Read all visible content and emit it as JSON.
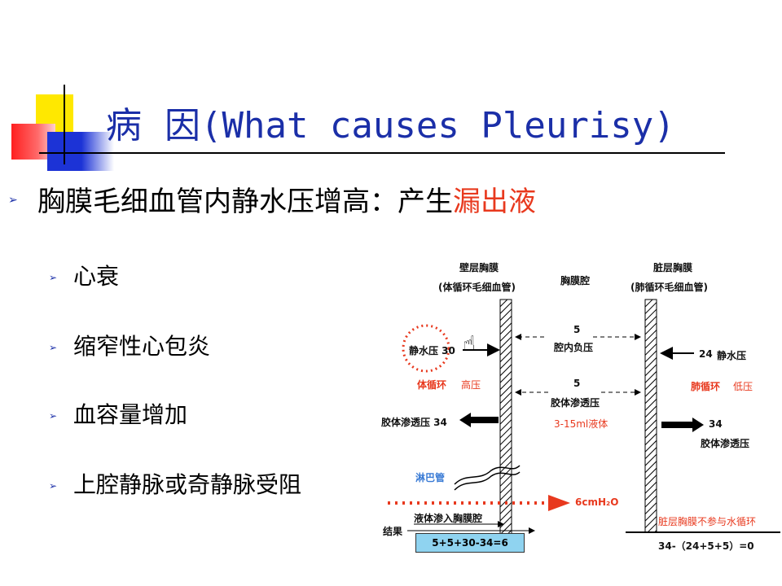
{
  "slide": {
    "title_cn": "病  因",
    "title_en": "(What causes Pleurisy)",
    "main_point_prefix": "胸膜毛细血管内静水压增高：产生",
    "main_point_highlight": "漏出液",
    "sub_points": [
      "心衰",
      "缩窄性心包炎",
      "血容量增加",
      "上腔静脉或奇静脉受阻"
    ]
  },
  "diagram": {
    "parietal_label": "壁层胸膜",
    "parietal_sub": "(体循环毛细血管)",
    "cavity_label": "胸膜腔",
    "visceral_label": "脏层胸膜",
    "visceral_sub": "(肺循环毛细血管)",
    "left_hydrostatic": "静水压 30",
    "cavity_neg_value": "5",
    "cavity_neg_label": "腔内负压",
    "right_hydrostatic_value": "24",
    "right_hydrostatic_label": "静水压",
    "systemic_label": "体循环",
    "systemic_pressure": "高压",
    "cavity_osm_value": "5",
    "cavity_osm_label": "胶体渗透压",
    "pulmonary_label": "肺循环",
    "pulmonary_pressure": "低压",
    "fluid_volume": "3-15ml液体",
    "left_osm": "胶体渗透压 34",
    "right_osm_value": "34",
    "right_osm_label": "胶体渗透压",
    "lymph_label": "淋巴管",
    "flow_label": "6cmH₂O",
    "fluid_enter": "液体渗入胸膜腔",
    "visceral_note": "脏层胸膜不参与水循环",
    "result_label": "结果",
    "left_result": "5+5+30-34=6",
    "right_result": "34-（24+5+5）=0",
    "colors": {
      "red": "#E8391E",
      "blue": "#1B2FA8",
      "box": "#8FD3F0"
    }
  }
}
